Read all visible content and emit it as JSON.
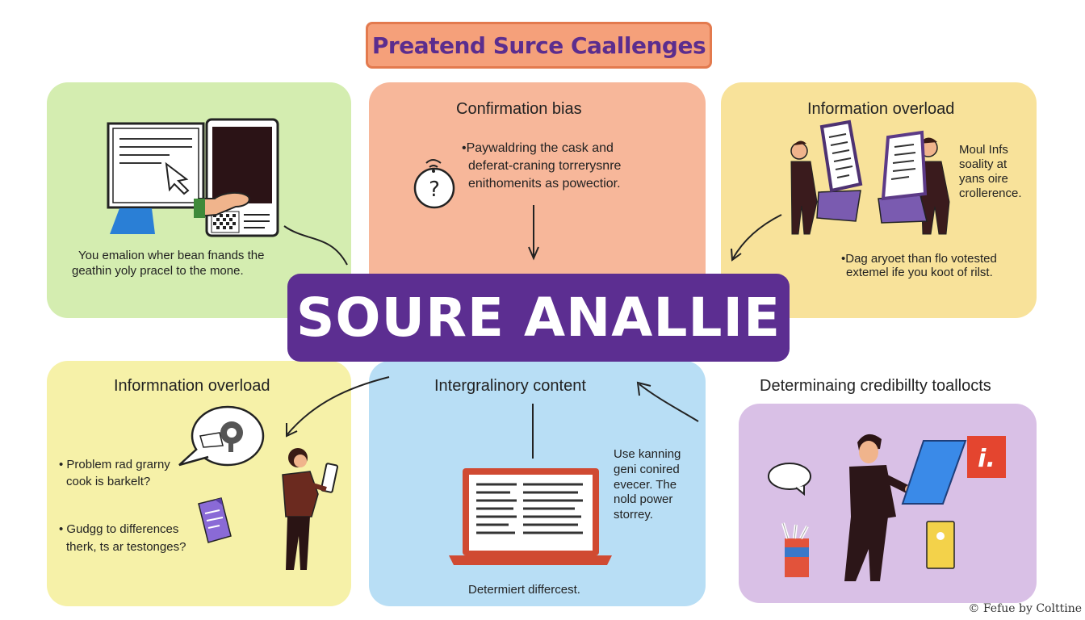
{
  "title": "Preatend Surce Caallenges",
  "banner": "SOURE ANALLIE",
  "panels": {
    "top_left": {
      "lines": [
        "You emalion wher bean fnands the",
        "geathin yoly pracel to the mone."
      ]
    },
    "top_center": {
      "title": "Confirmation bias",
      "lines": [
        "•Paywaldring the cask and",
        "deferat-craning torrerysnre",
        "enithomenits as powectior."
      ]
    },
    "top_right": {
      "title": "Information overload",
      "side_lines": [
        "Moul Infs",
        "soality at",
        "yans oire",
        "crollerence."
      ],
      "lines": [
        "•Dag aryoet than flo votested",
        "extemel ife you koot of rilst."
      ]
    },
    "bottom_left": {
      "title": "Informnation overload",
      "bullet1": [
        "• Problem rad grarny",
        "cook is barkelt?"
      ],
      "bullet2": [
        "• Gudgg to differences",
        "therk, ts ar testonges?"
      ]
    },
    "bottom_center": {
      "title": "Intergralinory content",
      "side_lines": [
        "Use kanning",
        "geni conired",
        "evecer. The",
        "nold power",
        "storrey."
      ],
      "caption": "Determiert differcest."
    },
    "bottom_right": {
      "title": "Determinaing credibillty toallocts"
    }
  },
  "credit": "© Fefue by Colttine",
  "colors": {
    "accent_purple": "#5c2e91",
    "panel_green": "#d4edb0",
    "panel_salmon": "#f7b79a",
    "panel_yellow": "#f8e29a",
    "panel_lightyellow": "#f6f1a8",
    "panel_blue": "#b8def5",
    "panel_lavender": "#d9c0e6"
  }
}
